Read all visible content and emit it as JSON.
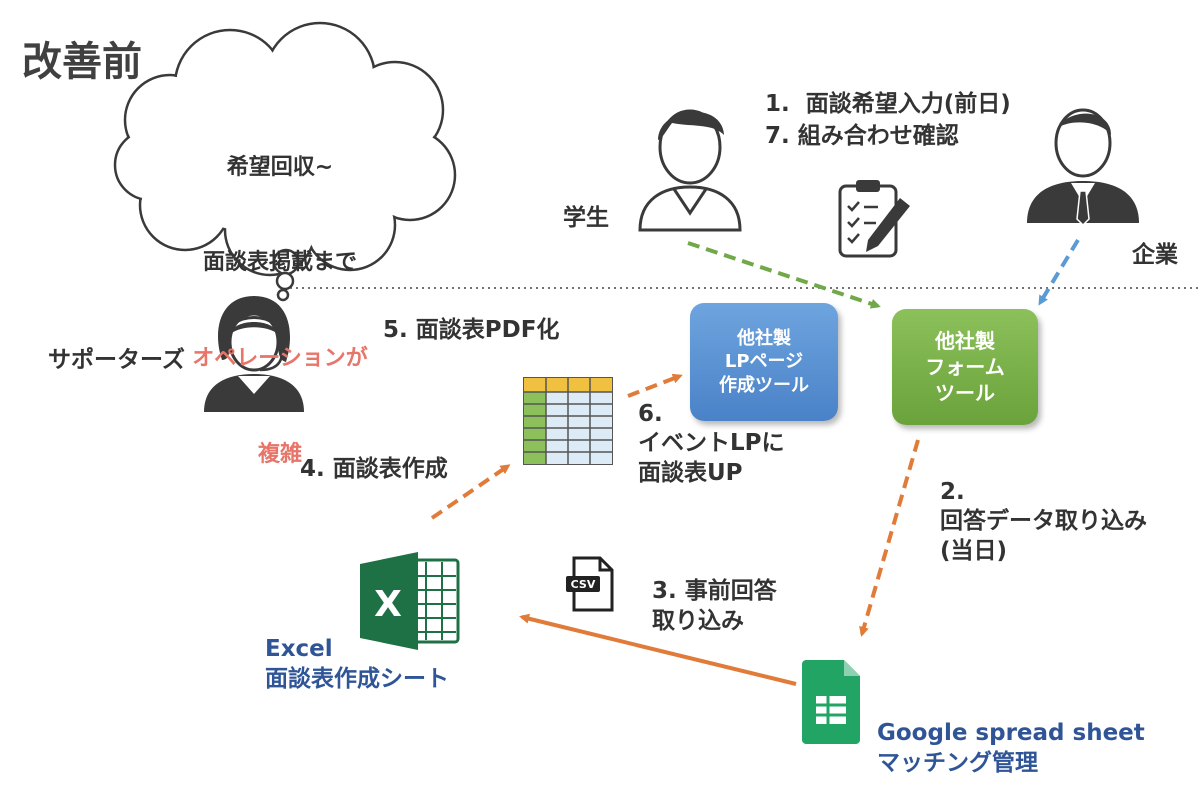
{
  "title": "改善前",
  "cloud_text": {
    "line1": "希望回収~",
    "line2": "面談表掲載まで",
    "line3": "オペレーションが",
    "line4": "複雑"
  },
  "actors": {
    "student": "学生",
    "company": "企業",
    "supporters": "サポーターズ"
  },
  "steps": {
    "step1": "1.  面談希望入力(前日)",
    "step7": "7. 組み合わせ確認",
    "step5": "5. 面談表PDF化",
    "step4": "4. 面談表作成",
    "step6": "6.\nイベントLPに\n面談表UP",
    "step2": "2.\n回答データ取り込み\n(当日)",
    "step3": "3. 事前回答\n取り込み"
  },
  "boxes": {
    "lp_tool": "他社製\nLPページ\n作成ツール",
    "form_tool": "他社製\nフォーム\nツール"
  },
  "excel": {
    "label1": "Excel",
    "label2": "面談表作成シート",
    "icon_letter": "X"
  },
  "gsheet": {
    "label1": "Google spread sheet",
    "label2": "マッチング管理"
  },
  "csv_label": "CSV",
  "colors": {
    "highlight": "#e8756a",
    "blue_label": "#2f5597",
    "orange_arrow": "#e07b39",
    "green_arrow": "#70a84a",
    "blue_arrow": "#5b9bd5",
    "excel_green": "#1e7145",
    "gsheet_green": "#21a464"
  },
  "icons": [
    "person-icon",
    "businessman-icon",
    "headset-operator-icon",
    "clipboard-checklist-icon",
    "spreadsheet-table-icon",
    "excel-icon",
    "csv-file-icon",
    "google-sheets-icon",
    "thought-cloud-icon"
  ]
}
